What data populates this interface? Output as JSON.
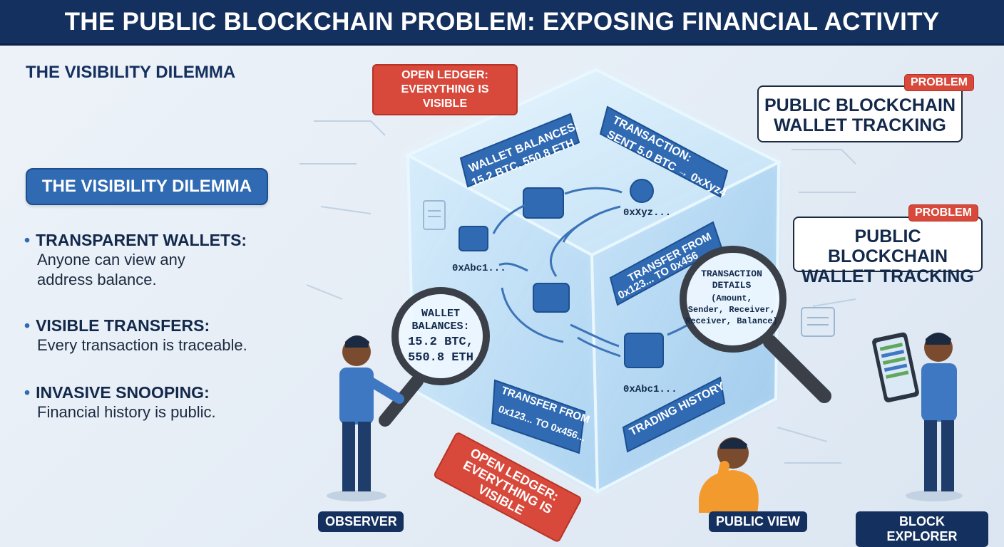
{
  "header": {
    "title": "THE PUBLIC BLOCKCHAIN PROBLEM: EXPOSING FINANCIAL ACTIVITY"
  },
  "left": {
    "title": "THE VISIBILITY DILEMMA",
    "pill": "THE VISIBILITY DILEMMA",
    "bullets": [
      {
        "head": "TRANSPARENT WALLETS:",
        "desc1": "Anyone can view any",
        "desc2": "address balance."
      },
      {
        "head": "VISIBLE TRANSFERS:",
        "desc1": "Every transaction is traceable."
      },
      {
        "head": "INVASIVE SNOOPING:",
        "desc1": "Financial history is public."
      }
    ]
  },
  "cube": {
    "open_ledger_top": {
      "line1": "OPEN LEDGER:",
      "line2": "EVERYTHING IS VISIBLE"
    },
    "open_ledger_bottom": {
      "line1": "OPEN LEDGER:",
      "line2": "EVERYTHING IS VISIBLE"
    },
    "wallet_balances_panel": {
      "line1": "WALLET BALANCES:",
      "line2": "15.2 BTC, 550.8 ETH"
    },
    "transaction_panel": {
      "line1": "TRANSACTION:",
      "line2": "SENT 5.0 BTC → 0xXyz4"
    },
    "transfer_right_panel": {
      "line1": "TRANSFER FROM",
      "line2": "0x123... TO 0x456"
    },
    "transfer_bottom_panel": {
      "line1": "TRANSFER FROM",
      "line2": "0x123... TO 0x456..."
    },
    "trading_history": "TRADING HISTORY",
    "addresses": {
      "left": "0xAbc1...",
      "top": "0xXyz...",
      "bottom": "0xAbc1..."
    }
  },
  "magnifier_left": {
    "line1": "WALLET",
    "line2": "BALANCES:",
    "line3": "15.2 BTC,",
    "line4": "550.8 ETH"
  },
  "magnifier_right": {
    "line1": "TRANSACTION",
    "line2": "DETAILS",
    "line3": "(Amount,",
    "line4": "Sender, Receiver,",
    "line5": "Receiver, Balance)"
  },
  "callouts": [
    {
      "tag": "PROBLEM",
      "line1": "PUBLIC BLOCKCHAIN",
      "line2": "WALLET TRACKING"
    },
    {
      "tag": "PROBLEM",
      "line1": "PUBLIC BLOCKCHAIN",
      "line2": "WALLET TRACKING"
    }
  ],
  "roles": {
    "observer": "OBSERVER",
    "public_view": "PUBLIC VIEW",
    "block_explorer": "BLOCK EXPLORER"
  },
  "colors": {
    "navy": "#14305e",
    "accent_blue": "#2f6ab3",
    "alert_red": "#d8493b",
    "cube_glow": "#9fd3f5",
    "orange": "#f29a2e"
  }
}
